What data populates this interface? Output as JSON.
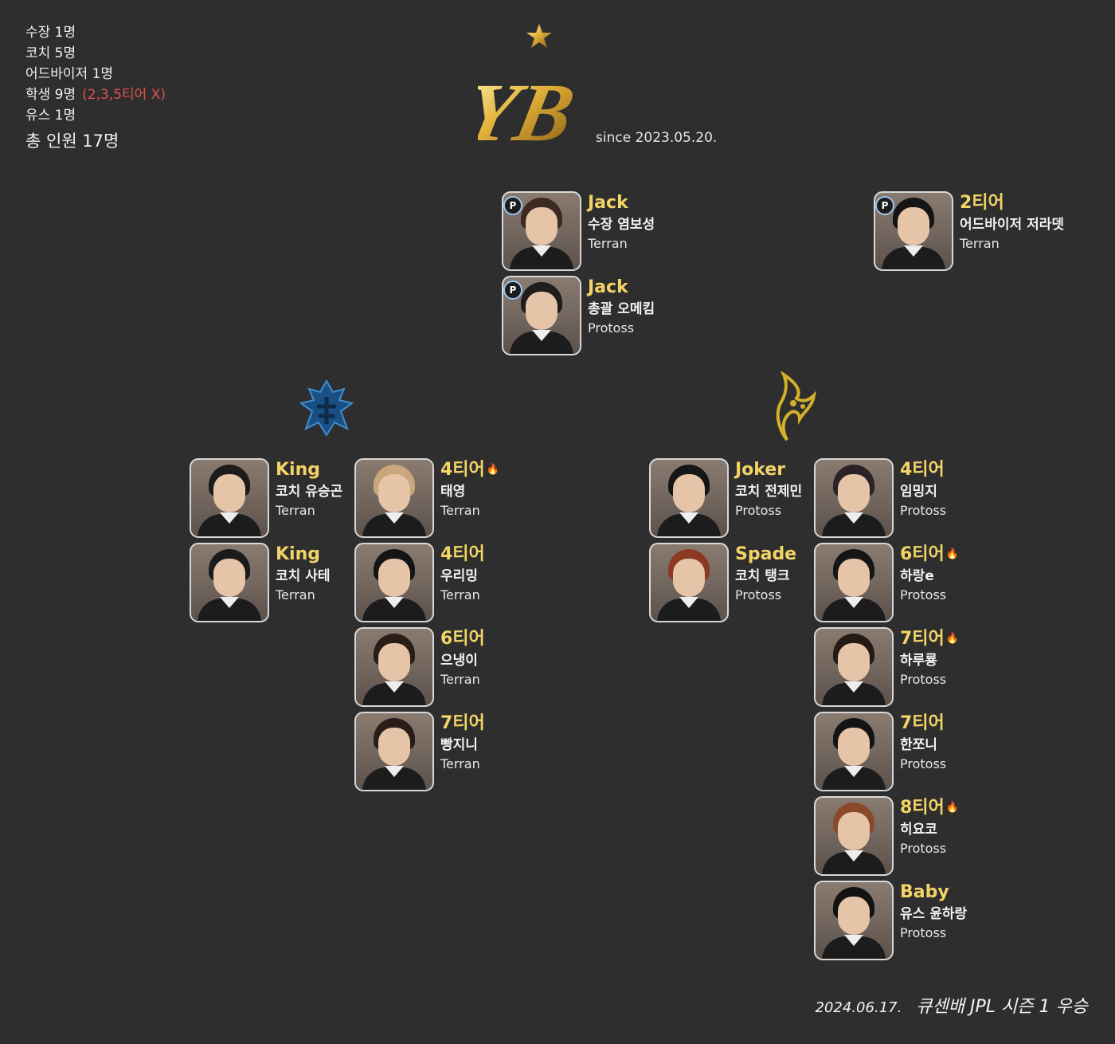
{
  "stats": {
    "captain": "수장 1명",
    "coach": "코치 5명",
    "advisor": "어드바이저 1명",
    "student": "학생 9명",
    "student_note": "(2,3,5티어 X)",
    "youth": "유스 1명",
    "total": "총 인원 17명"
  },
  "logo": {
    "text": "YB",
    "since": "since 2023.05.20."
  },
  "leaders": [
    {
      "name": "Jack",
      "role": "수장 염보성",
      "race": "Terran",
      "badge": "P"
    },
    {
      "name": "Jack",
      "role": "총괄 오메킴",
      "race": "Protoss",
      "badge": "P"
    }
  ],
  "advisor": {
    "name": "2티어",
    "role": "어드바이저 저라뎃",
    "race": "Terran",
    "badge": "P"
  },
  "terran": {
    "emblem": "terran-emblem",
    "coaches": [
      {
        "name": "King",
        "role": "코치 유승곤",
        "race": "Terran"
      },
      {
        "name": "King",
        "role": "코치 사테",
        "race": "Terran"
      }
    ],
    "members": [
      {
        "name": "4티어",
        "role": "태영",
        "race": "Terran",
        "fire": "🔥"
      },
      {
        "name": "4티어",
        "role": "우리밍",
        "race": "Terran",
        "fire": ""
      },
      {
        "name": "6티어",
        "role": "으냉이",
        "race": "Terran",
        "fire": ""
      },
      {
        "name": "7티어",
        "role": "빵지니",
        "race": "Terran",
        "fire": ""
      }
    ]
  },
  "protoss": {
    "emblem": "protoss-emblem",
    "coaches": [
      {
        "name": "Joker",
        "role": "코치 전제민",
        "race": "Protoss"
      },
      {
        "name": "Spade",
        "role": "코치 탱크",
        "race": "Protoss"
      }
    ],
    "members": [
      {
        "name": "4티어",
        "role": "임밍지",
        "race": "Protoss",
        "fire": ""
      },
      {
        "name": "6티어",
        "role": "하랑e",
        "race": "Protoss",
        "fire": "🔥"
      },
      {
        "name": "7티어",
        "role": "하루룡",
        "race": "Protoss",
        "fire": "🔥"
      },
      {
        "name": "7티어",
        "role": "한쪼니",
        "race": "Protoss",
        "fire": ""
      },
      {
        "name": "8티어",
        "role": "히요코",
        "race": "Protoss",
        "fire": "🔥"
      },
      {
        "name": "Baby",
        "role": "유스 윤하랑",
        "race": "Protoss",
        "fire": ""
      }
    ]
  },
  "footer": {
    "date": "2024.06.17.",
    "title": "큐센배 JPL 시즌 1 우승"
  },
  "colors": {
    "background": "#2e2e2e",
    "name_gold": "#f3d466",
    "note_red": "#e0524e",
    "terran_blue": "#1f6fb0",
    "protoss_gold": "#d4b02a"
  }
}
